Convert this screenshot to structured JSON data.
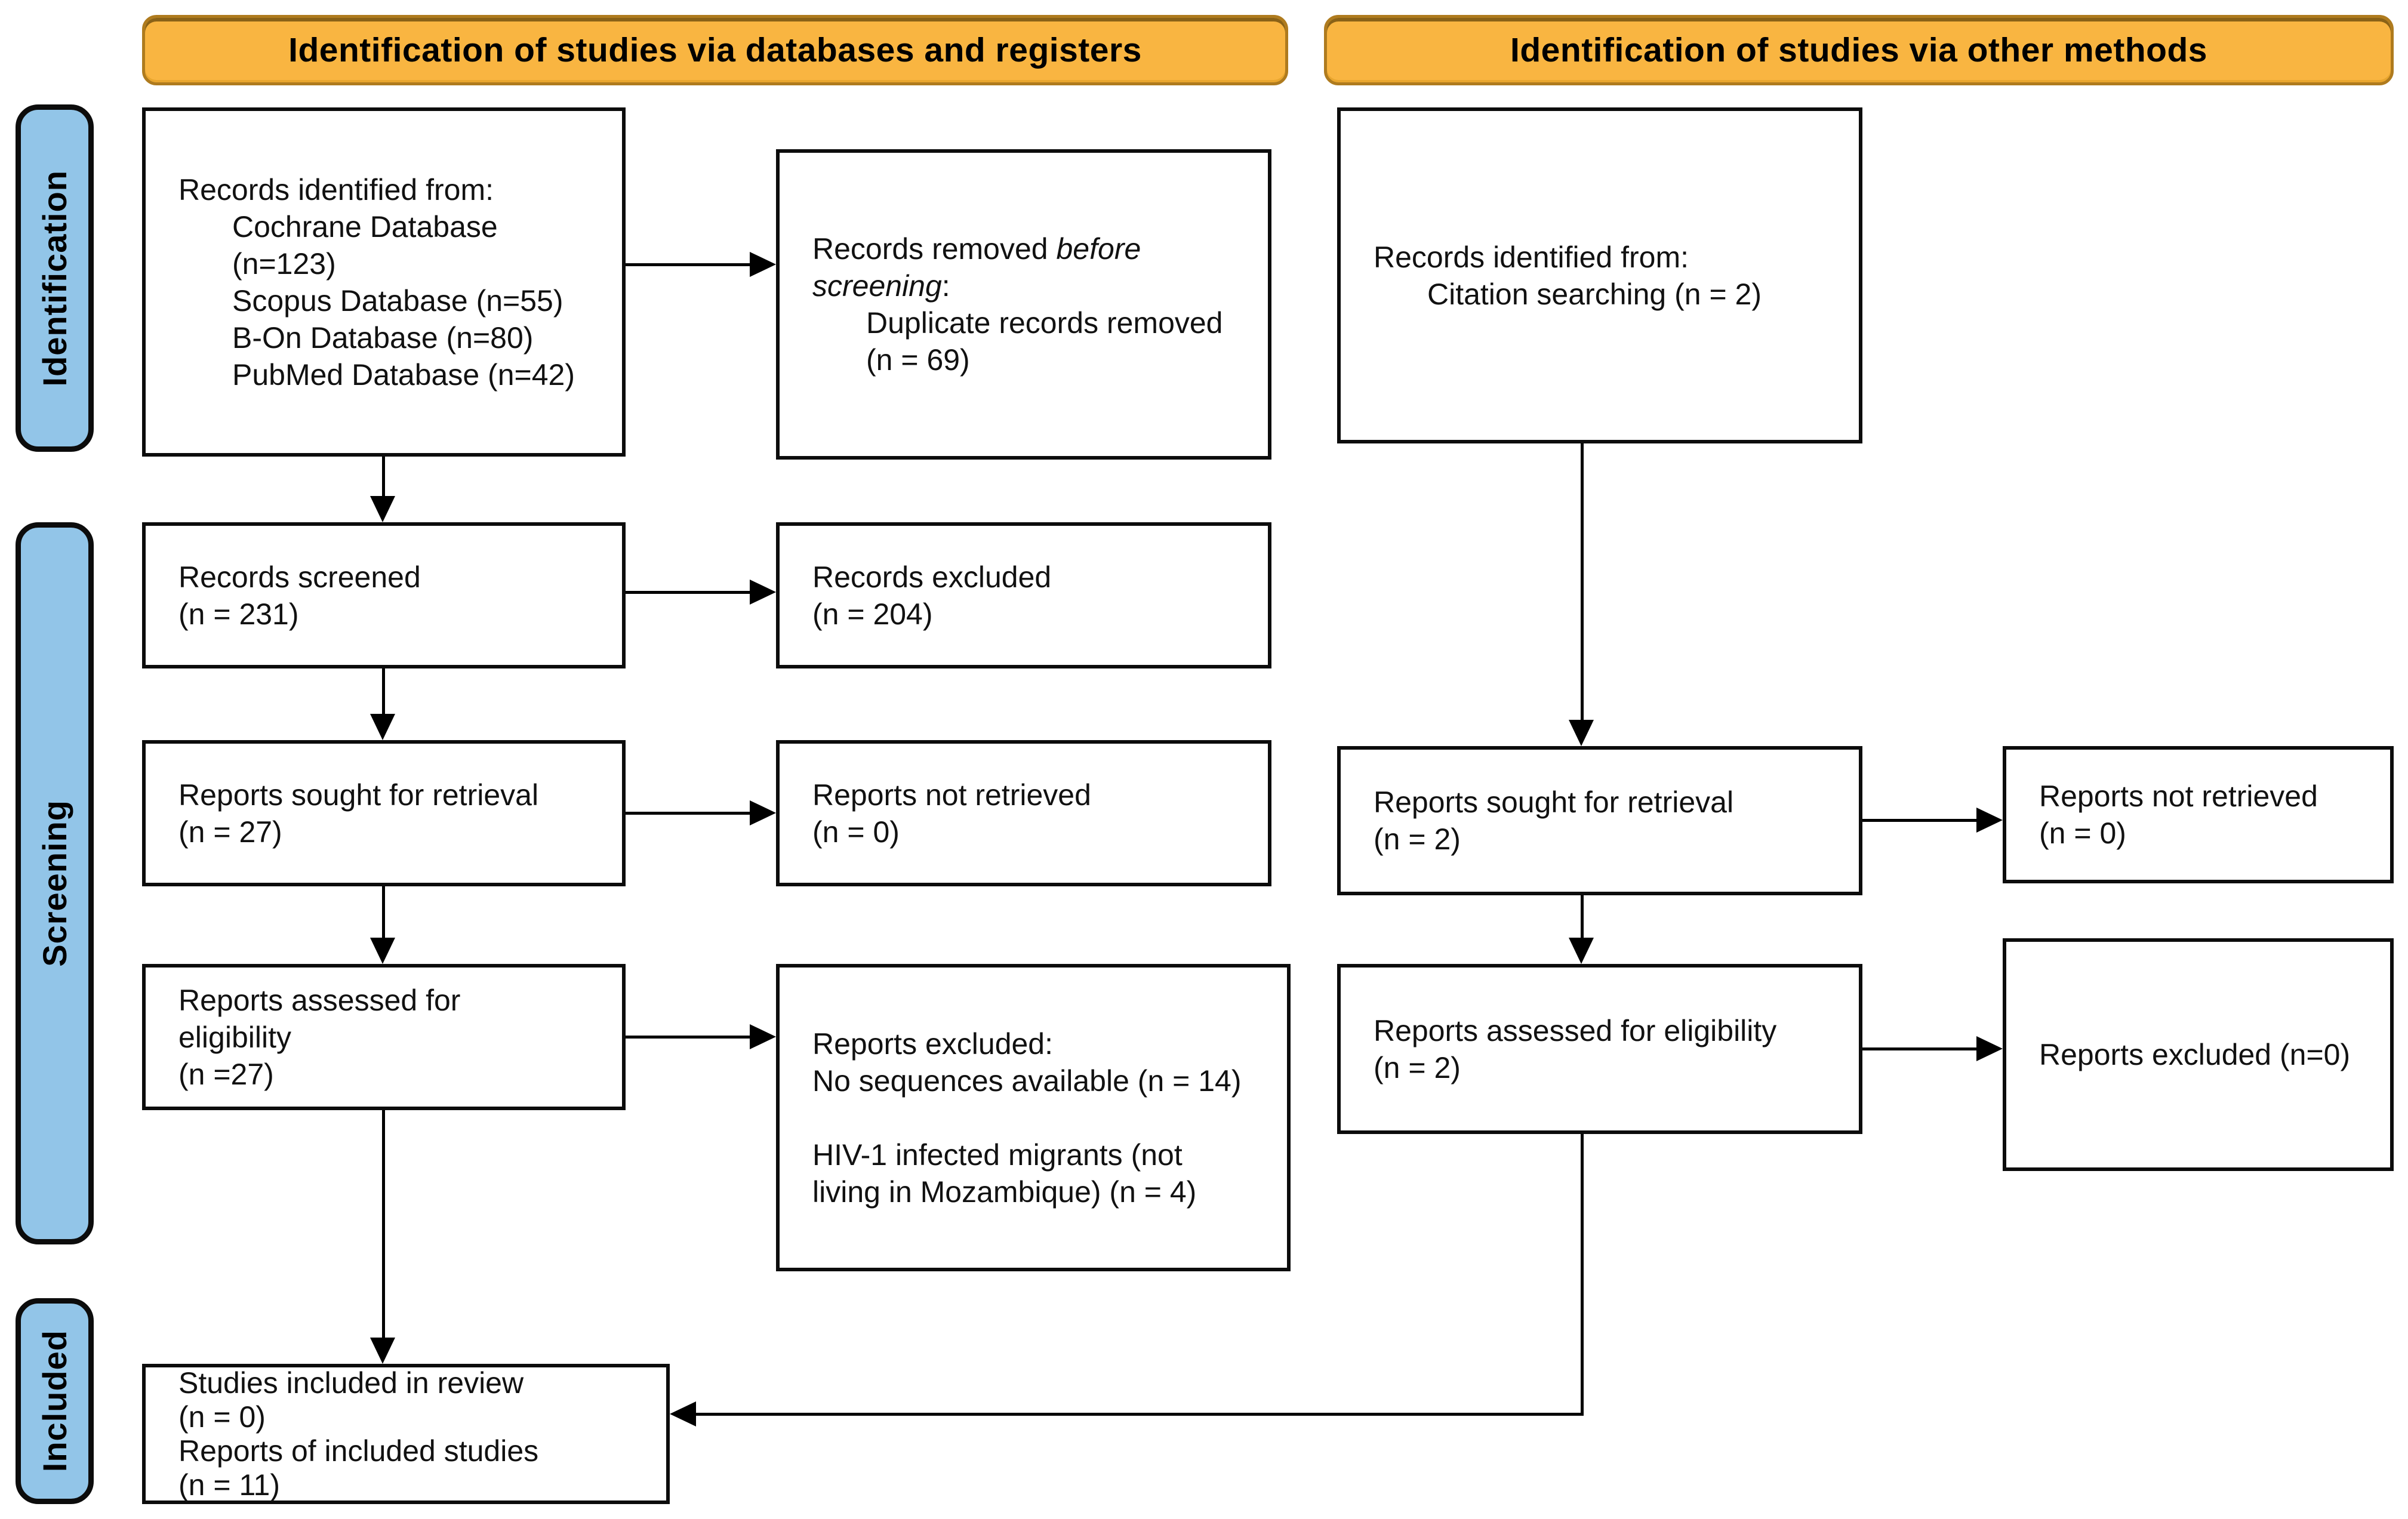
{
  "banners": {
    "databases": "Identification of studies via databases and registers",
    "other": "Identification of studies via other methods"
  },
  "sidebar": {
    "identification": "Identification",
    "screening": "Screening",
    "included": "Included"
  },
  "boxes": {
    "records_identified": {
      "title": "Records identified from:",
      "items": [
        "Cochrane Database",
        "(n=123)",
        "Scopus Database (n=55)",
        "B-On Database (n=80)",
        "PubMed Database (n=42)"
      ]
    },
    "records_removed": {
      "line1_normal": "Records removed ",
      "line1_italic": "before",
      "line2_italic": "screening",
      "line2_suffix": ":",
      "items": [
        "Duplicate records removed",
        "(n = 69)"
      ]
    },
    "citation_identified": {
      "title": "Records identified from:",
      "items": [
        "Citation searching (n = 2)"
      ]
    },
    "records_screened": {
      "lines": [
        "Records screened",
        "(n = 231)"
      ]
    },
    "records_excluded": {
      "lines": [
        "Records excluded",
        "(n = 204)"
      ]
    },
    "reports_sought_db": {
      "lines": [
        "Reports sought for retrieval",
        "(n = 27)"
      ]
    },
    "reports_not_retrieved_db": {
      "lines": [
        "Reports not retrieved",
        "(n = 0)"
      ]
    },
    "reports_assessed_db": {
      "lines": [
        "Reports assessed for",
        "eligibility",
        "(n =27)"
      ]
    },
    "reports_excluded_details": {
      "lines": [
        "Reports excluded:",
        "No sequences available (n = 14)",
        "",
        "HIV-1 infected migrants (not",
        "living in Mozambique) (n = 4)"
      ]
    },
    "reports_sought_other": {
      "lines": [
        "Reports sought for retrieval",
        "(n = 2)"
      ]
    },
    "reports_not_retrieved_other": {
      "lines": [
        "Reports not retrieved",
        "(n = 0)"
      ]
    },
    "reports_assessed_other": {
      "lines": [
        "Reports assessed for eligibility",
        "(n = 2)"
      ]
    },
    "reports_excluded_other": {
      "lines": [
        "Reports excluded (n=0)"
      ]
    },
    "included": {
      "lines": [
        "Studies included in review",
        "(n = 0)",
        "Reports of included studies",
        "(n = 11)"
      ]
    }
  },
  "colors": {
    "banner_fill": "#F9B541",
    "banner_border": "#AF7B1E",
    "stage_fill": "#92C5E8",
    "box_border": "#0c0c0c",
    "arrow": "#000000"
  }
}
